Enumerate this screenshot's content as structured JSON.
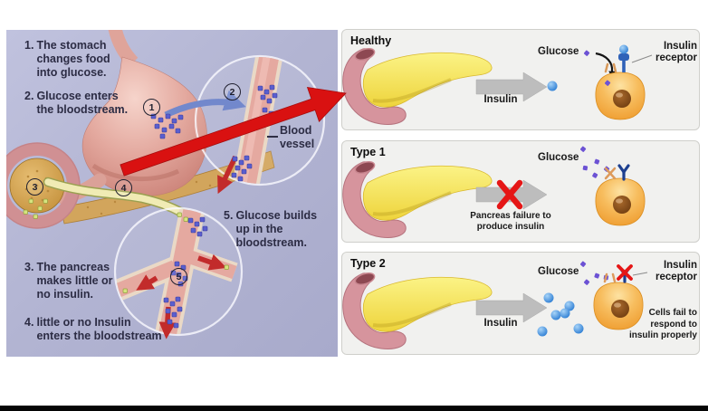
{
  "left_diagram": {
    "steps": [
      {
        "marker": "1.",
        "text": "The stomach\nchanges food\ninto glucose."
      },
      {
        "marker": "2.",
        "text": "Glucose enters\nthe bloodstream."
      },
      {
        "marker": "3.",
        "text": "The pancreas\nmakes little or\nno insulin."
      },
      {
        "marker": "4.",
        "text": "little or no Insulin\nenters the bloodstream"
      },
      {
        "marker": "5.",
        "text": "Glucose builds\nup in the\nbloodstream."
      }
    ],
    "blood_vessel_label": "Blood\nvessel",
    "circle_numbers": [
      "1",
      "2",
      "3",
      "4",
      "5"
    ]
  },
  "panels": [
    {
      "title": "Healthy",
      "insulin_label": "Insulin",
      "glucose_label": "Glucose",
      "receptor_label": "Insulin\nreceptor"
    },
    {
      "title": "Type 1",
      "glucose_label": "Glucose",
      "failure_caption": "Pancreas failure to\nproduce insulin"
    },
    {
      "title": "Type 2",
      "insulin_label": "Insulin",
      "glucose_label": "Glucose",
      "receptor_label": "Insulin\nreceptor",
      "cells_caption": "Cells fail to\nrespond to\ninsulin properly"
    }
  ],
  "colors": {
    "left_bg": "#b3b5d3",
    "panel_bg": "#f1f1ef",
    "red_arrow": "#d91111",
    "gray_arrow": "#bdbdbd",
    "insulin_dot": "#4a97e8",
    "glucose_dot": "#6c52d4",
    "glucose_dot_left": "#5a5ecf",
    "insulin_dot_left": "#d6e47f",
    "cell_orange": "#f2a63d",
    "pancreas_yellow": "#f3e05a",
    "duodenum_pink": "#d6949d",
    "stomach_pink": "#e3a89e",
    "red_x": "#e51616",
    "receptor_blue": "#2f62b8"
  }
}
